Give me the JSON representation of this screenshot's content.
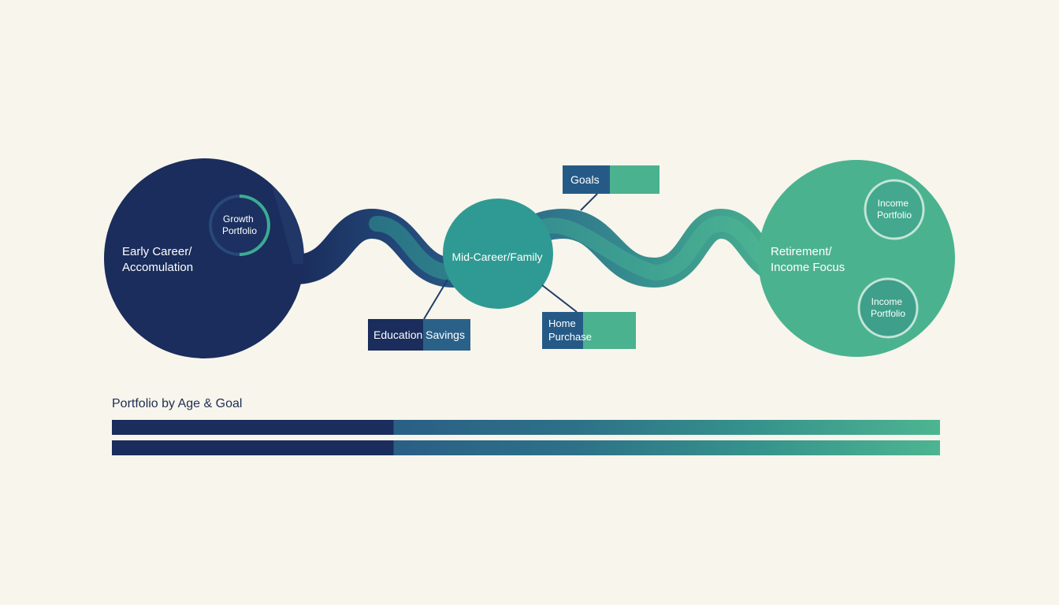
{
  "stages": [
    {
      "label_lines": [
        "Early Career/",
        "Accomulation"
      ],
      "color": "#1a2d5c"
    },
    {
      "label_lines": [
        "Mid-Career/Family"
      ],
      "color": "#2f9a93"
    },
    {
      "label_lines": [
        "Retirement/",
        "Income Focus"
      ],
      "color": "#4bb28f"
    }
  ],
  "rings": [
    {
      "label_lines": [
        "Growth",
        "Portfolio"
      ]
    },
    {
      "label_lines": [
        "Income",
        "Portfolio"
      ]
    },
    {
      "label_lines": [
        "Income",
        "Portfolio"
      ]
    }
  ],
  "callouts": {
    "goals": {
      "lines": [
        "Goals"
      ]
    },
    "education": {
      "lines": [
        "Education Savings"
      ]
    },
    "home": {
      "lines": [
        "Home",
        "Purchase"
      ]
    }
  },
  "caption": "Portfolio by Age & Goal",
  "colors": {
    "navy": "#1a2d5c",
    "blue": "#2a6188",
    "teal": "#2f9a93",
    "green": "#4bb28f",
    "background": "#f8f5ec"
  }
}
